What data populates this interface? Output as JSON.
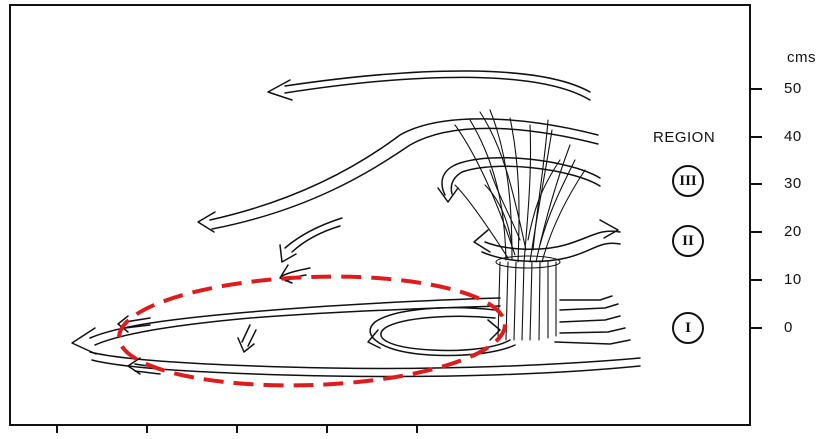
{
  "scale": {
    "unit": "cms",
    "ticks": [
      "50",
      "40",
      "30",
      "20",
      "10",
      "0"
    ]
  },
  "legend": {
    "title": "REGION",
    "regions": [
      "III",
      "II",
      "I"
    ]
  },
  "highlight": {
    "color": "#e01b1b",
    "style": "dashed ellipse"
  },
  "colors": {
    "ink": "#111111",
    "background": "#ffffff"
  }
}
